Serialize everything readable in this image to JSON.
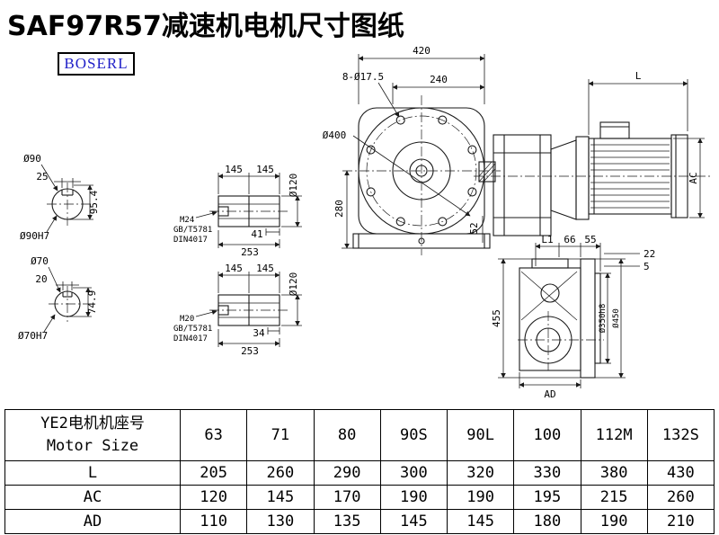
{
  "page": {
    "title": "SAF97R57减速机电机尺寸图纸",
    "logo": "BOSERL"
  },
  "dims": {
    "w420": "420",
    "holes": "8-Ø17.5",
    "w240": "240",
    "d400": "Ø400",
    "h280": "280",
    "h52": "52",
    "L": "L",
    "AC": "AC",
    "s90_dia": "Ø90",
    "s90_key": "25",
    "s90_h": "95.4",
    "s90_bore": "Ø90H7",
    "s70_dia": "Ø70",
    "s70_key": "20",
    "s70_h": "74.9",
    "s70_bore": "Ø70H7",
    "t1_len1": "145",
    "t1_len2": "145",
    "t1_dia": "Ø120",
    "t1_thread": "M24",
    "t1_std1": "GB/T5781",
    "t1_std2": "DIN4017",
    "t1_tlen": "41",
    "t1_total": "253",
    "t2_len1": "145",
    "t2_len2": "145",
    "t2_dia": "Ø120",
    "t2_thread": "M20",
    "t2_std1": "GB/T5781",
    "t2_std2": "DIN4017",
    "t2_tlen": "34",
    "t2_total": "253",
    "f_l1": "L1",
    "f_66": "66",
    "f_55": "55",
    "f_22": "22",
    "f_5": "5",
    "f_455": "455",
    "f_350": "Ø350h8",
    "f_450": "Ø450",
    "f_ad": "AD"
  },
  "table": {
    "motor_header_cn": "YE2电机机座号",
    "motor_header_en": "Motor Size",
    "sizes": [
      "63",
      "71",
      "80",
      "90S",
      "90L",
      "100",
      "112M",
      "132S"
    ],
    "rows": [
      {
        "label": "L",
        "values": [
          "205",
          "260",
          "290",
          "300",
          "320",
          "330",
          "380",
          "430"
        ]
      },
      {
        "label": "AC",
        "values": [
          "120",
          "145",
          "170",
          "190",
          "190",
          "195",
          "215",
          "260"
        ]
      },
      {
        "label": "AD",
        "values": [
          "110",
          "130",
          "135",
          "145",
          "145",
          "180",
          "190",
          "210"
        ]
      }
    ]
  },
  "colors": {
    "line": "#1a1a1a",
    "logo_text": "#2121c8"
  }
}
